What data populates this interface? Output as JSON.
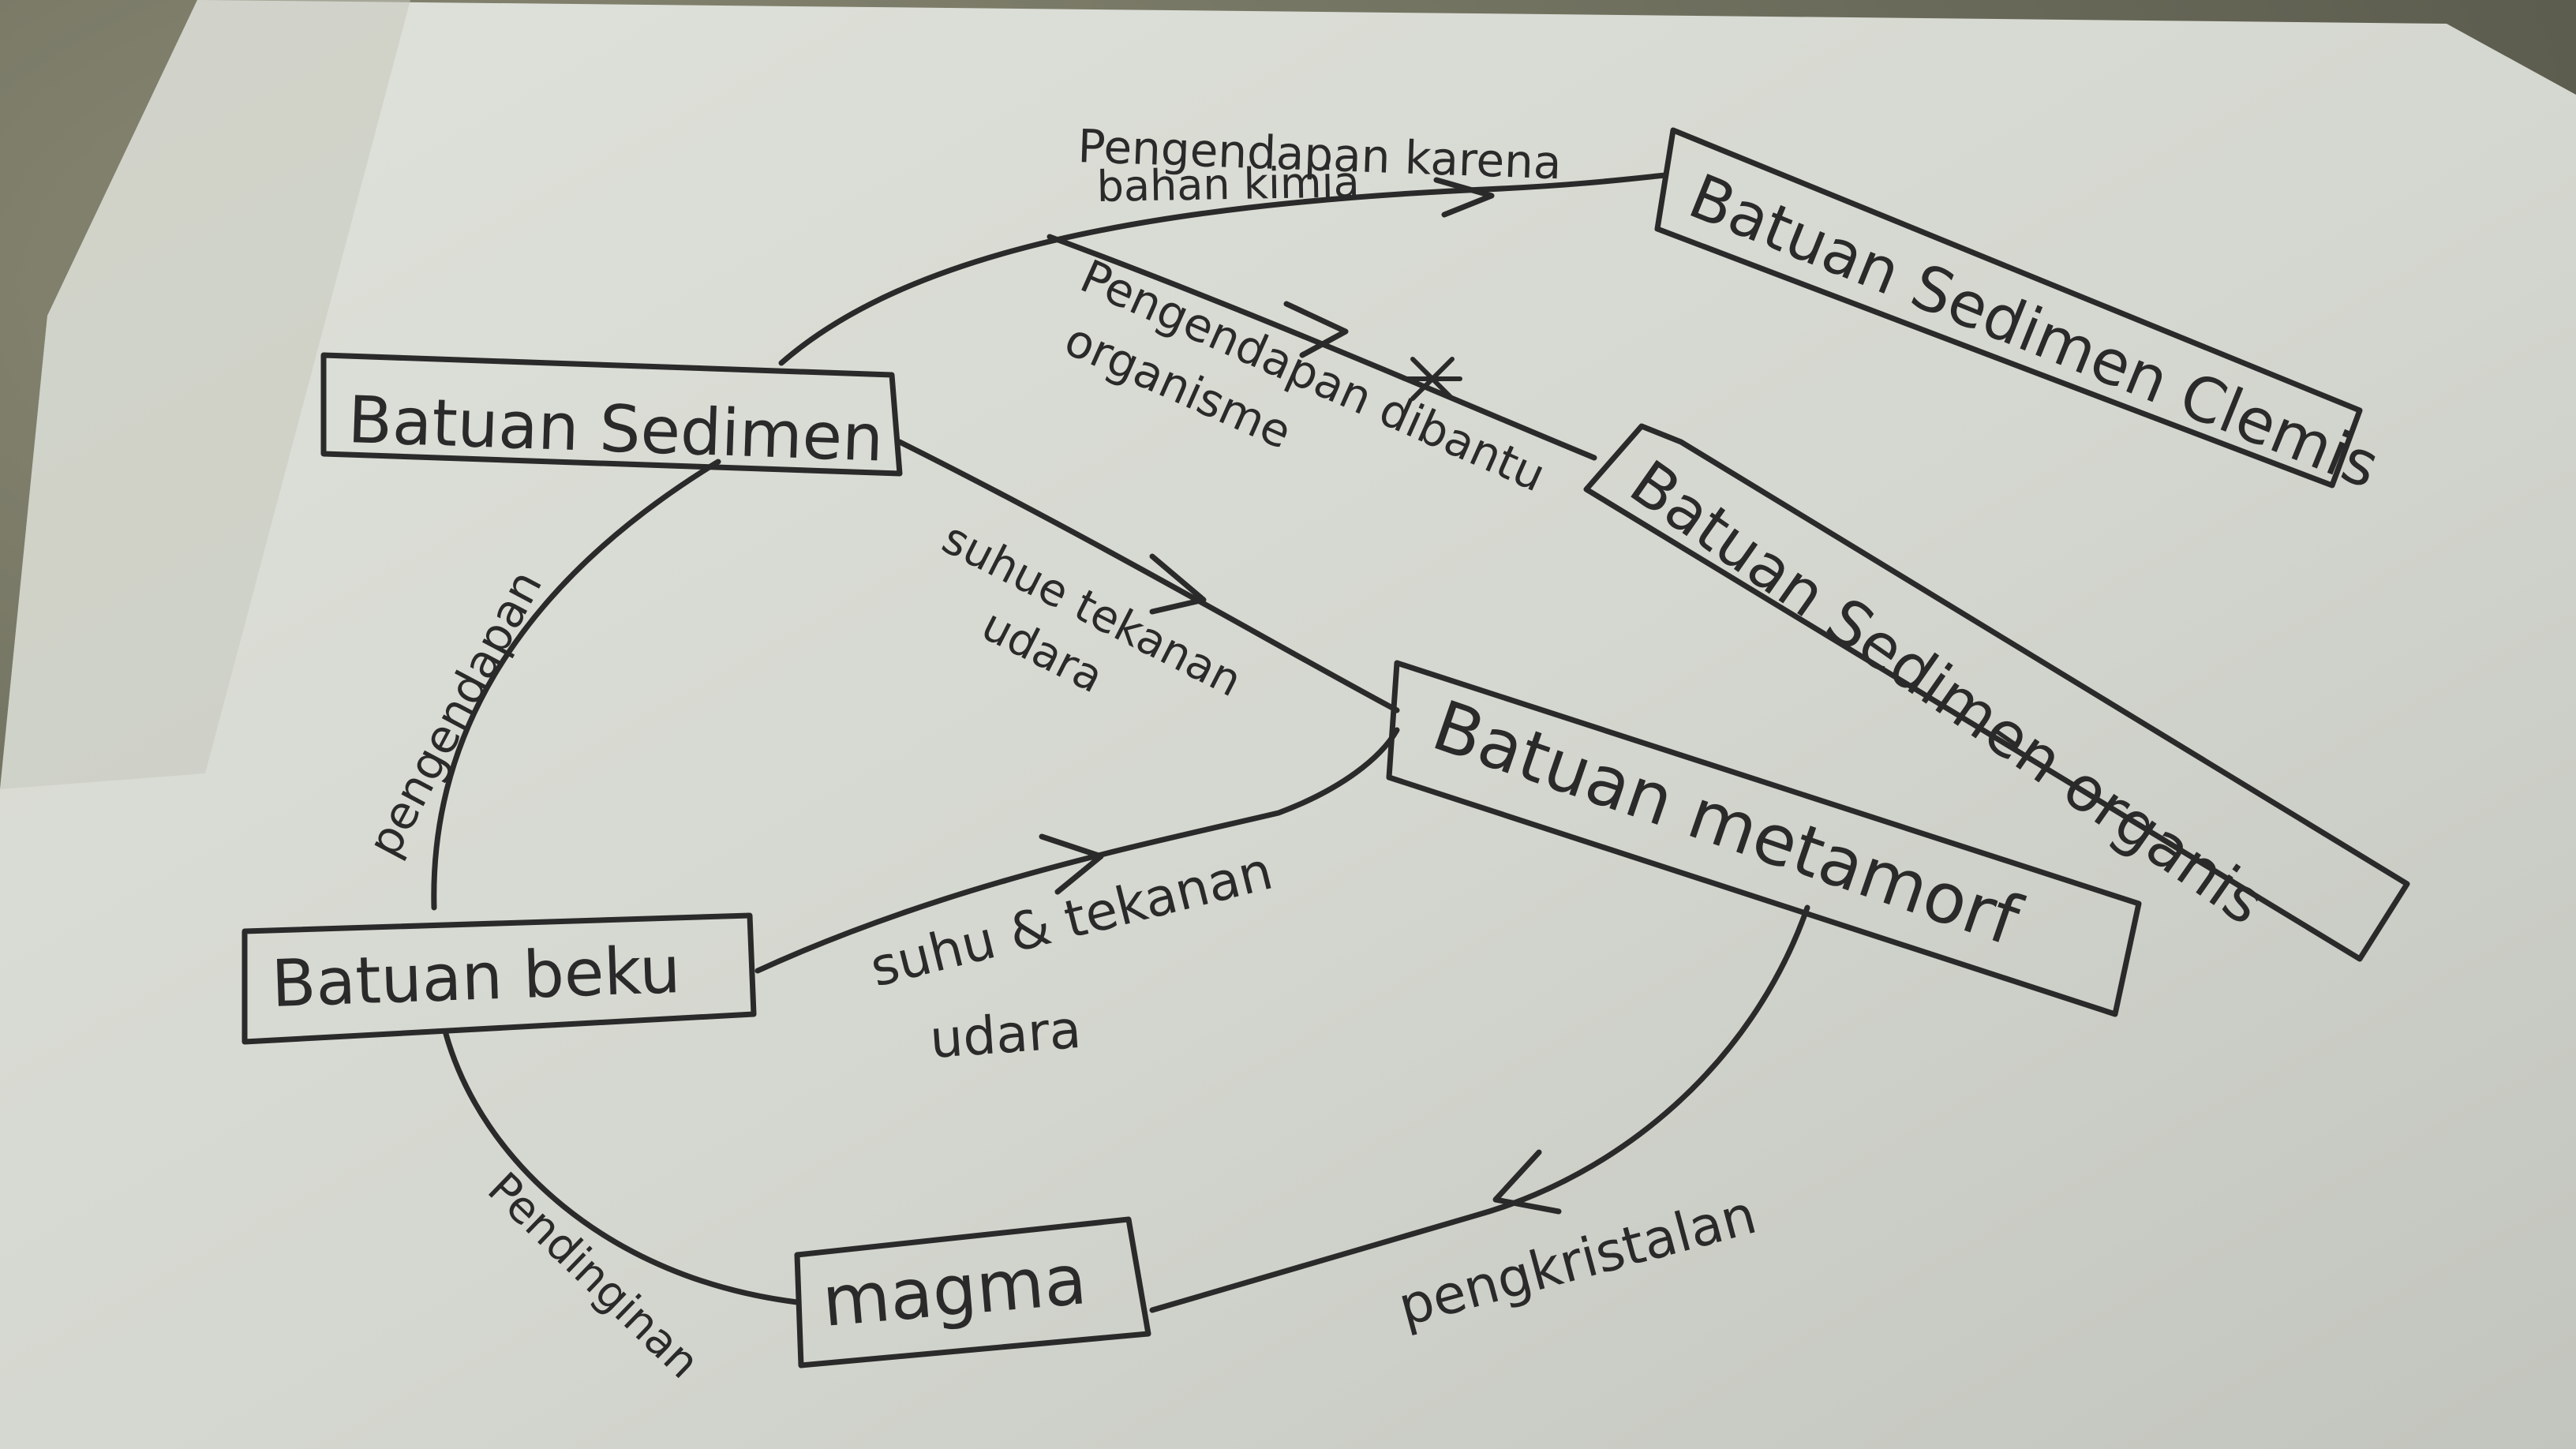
{
  "nodes": {
    "batuan_sedimen": "Batuan Sedimen",
    "batuan_sedimen_clemis": "Batuan Sedimen Clemis",
    "batuan_sedimen_organis": "Batuan Sedimen organis",
    "batuan_metamorf": "Batuan metamorf",
    "batuan_beku": "Batuan beku",
    "magma": "magma"
  },
  "edges": {
    "pengendapan_kimia_line1": "Pengendapan karena",
    "pengendapan_kimia_line2": "bahan kimia",
    "pengendapan_organisme_line1": "Pengendapan dibantu",
    "pengendapan_organisme_line2": "organisme",
    "suhu_tekanan_top_line1": "suhue tekanan",
    "suhu_tekanan_top_line2": "udara",
    "suhu_tekanan_mid_line1": "suhu & tekanan",
    "suhu_tekanan_mid_line2": "udara",
    "pengendapan": "pengendapan",
    "pendinginan": "Pendinginan",
    "pengkristalan": "pengkristalan"
  },
  "colors": {
    "paper": "#d9dcd3",
    "ink": "#2a2a2a"
  }
}
